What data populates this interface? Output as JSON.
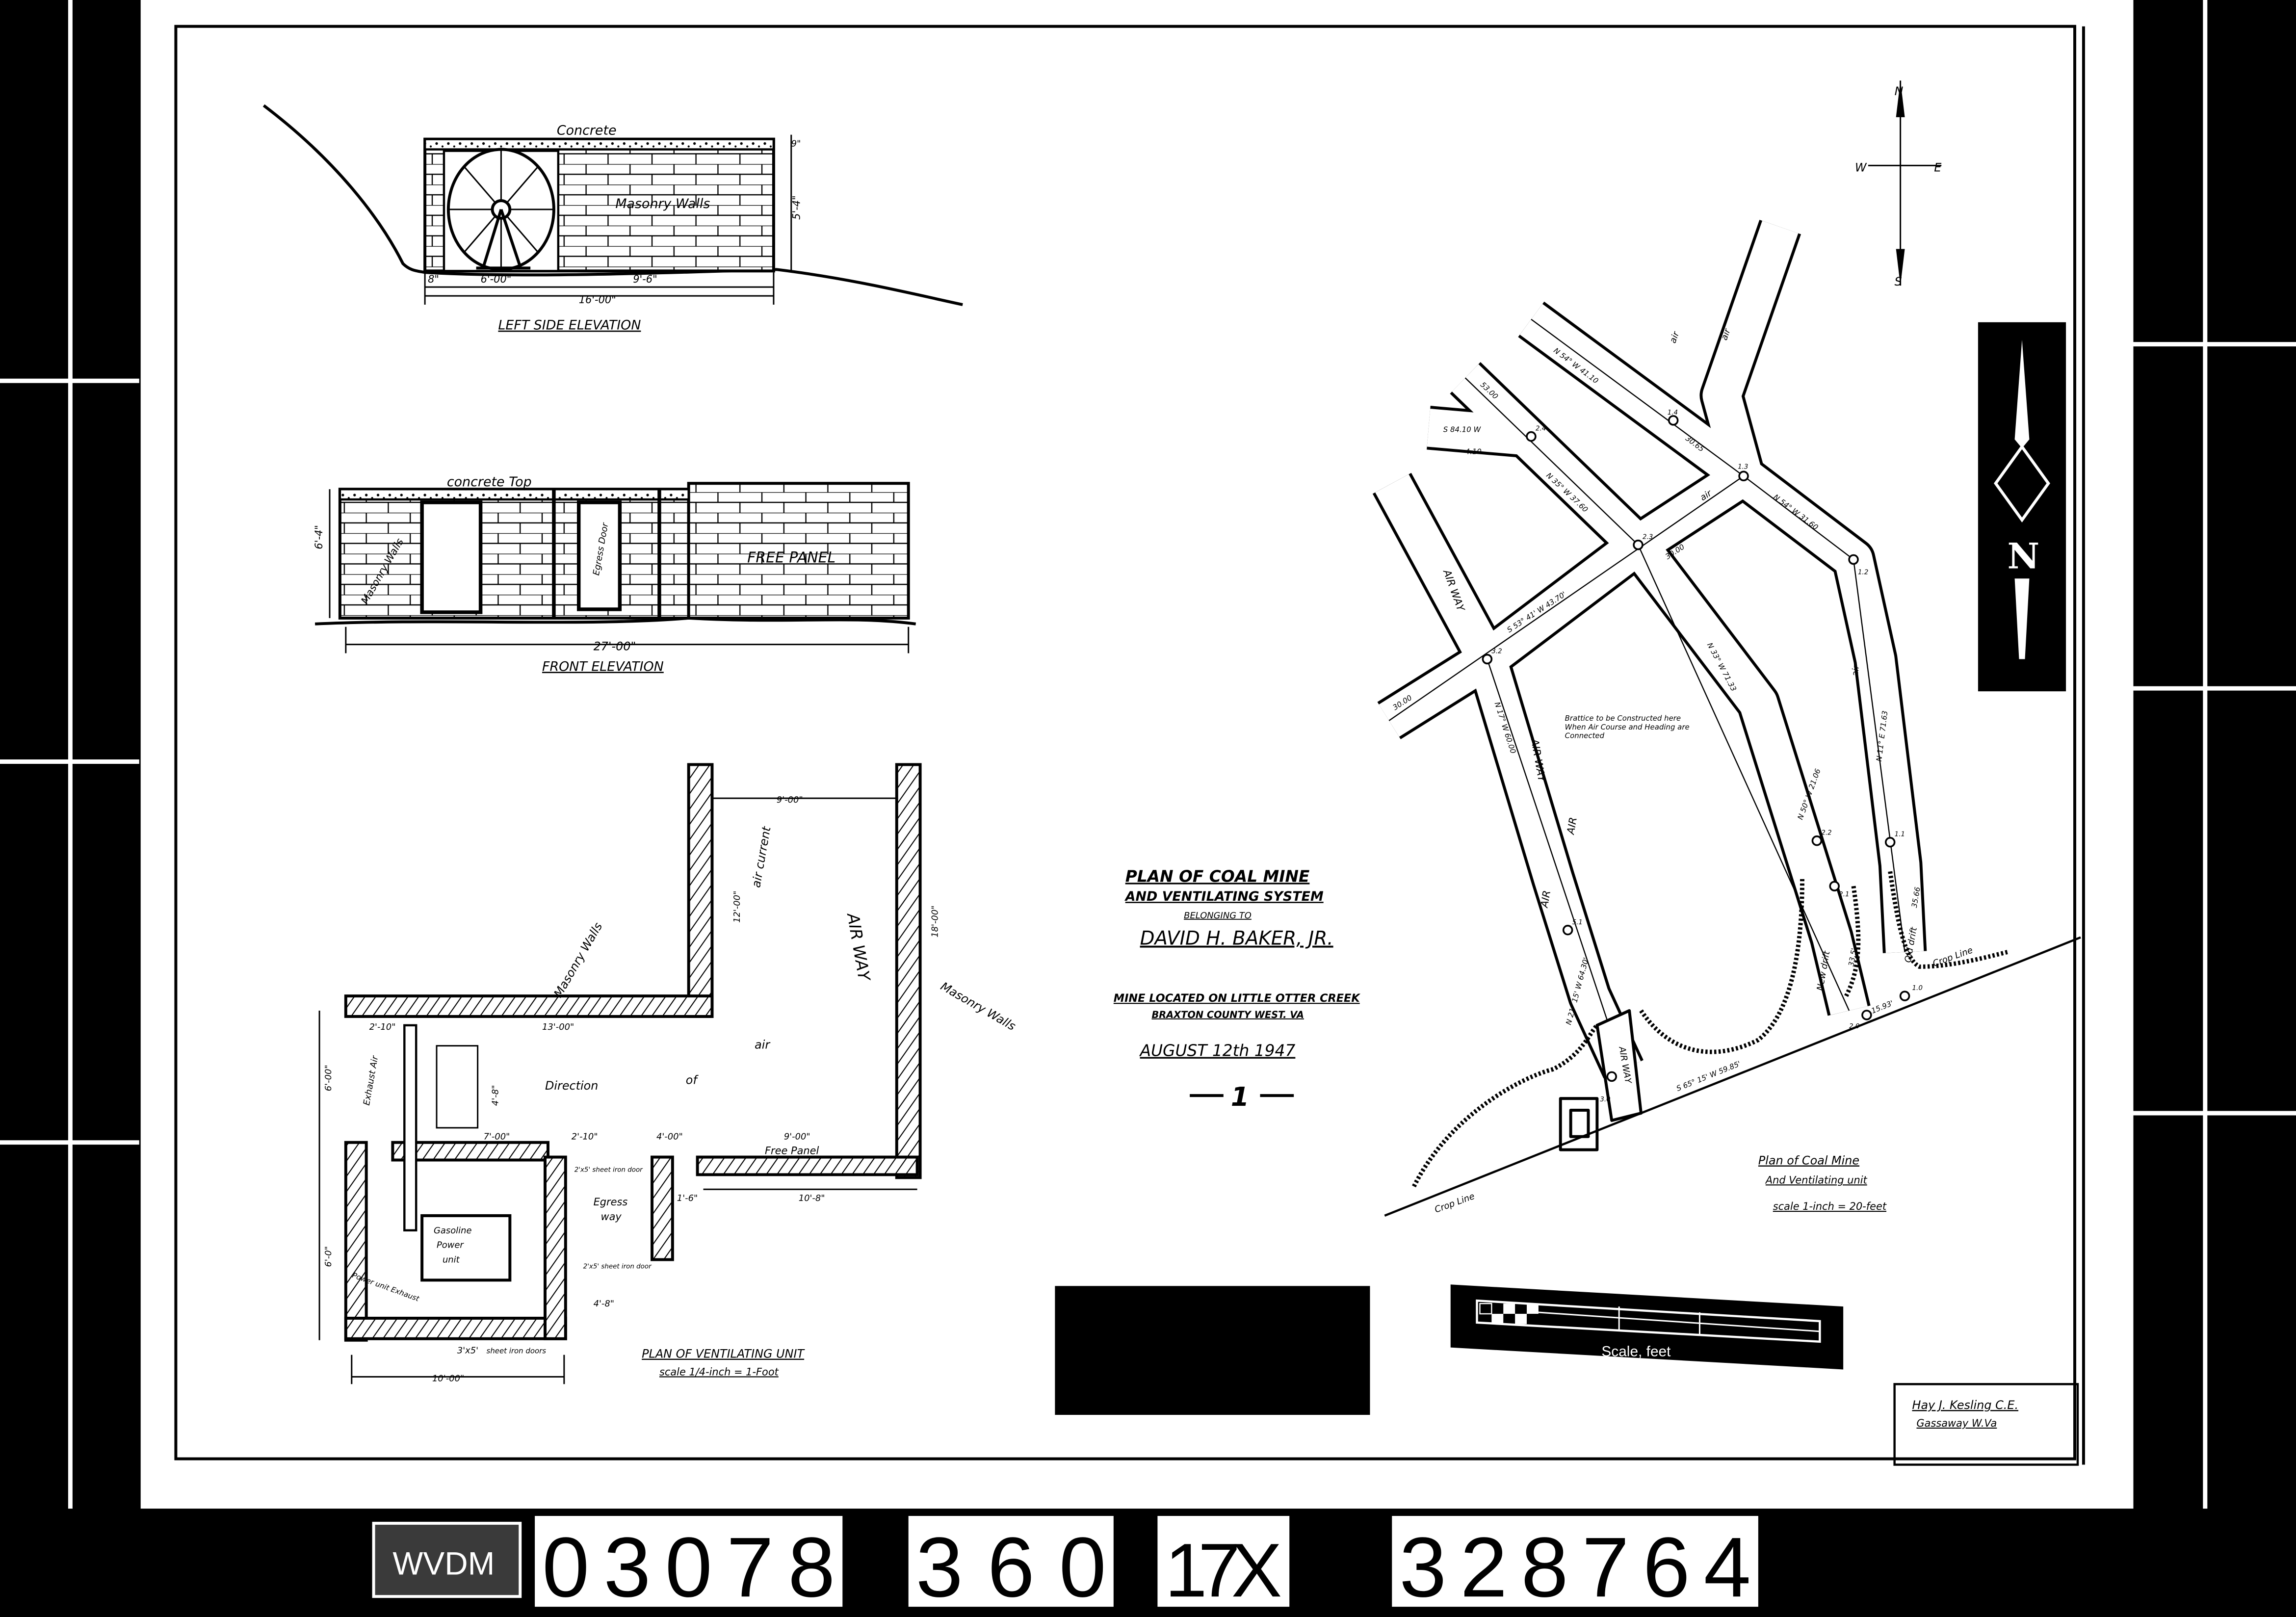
{
  "title_block": {
    "line1": "PLAN OF COAL MINE",
    "line2": "AND VENTILATING SYSTEM",
    "line3": "BELONGING TO",
    "owner": "DAVID H. BAKER, JR.",
    "location1": "MINE LOCATED ON LITTLE OTTER CREEK",
    "location2": "BRAXTON COUNTY  WEST. VA",
    "date": "AUGUST 12th 1947",
    "sheet_number": "1"
  },
  "left_side_elevation": {
    "title": "LEFT SIDE ELEVATION",
    "labels": {
      "concrete": "Concrete",
      "walls": "Masonry Walls"
    },
    "dimensions": {
      "d1": "8\"",
      "d2": "6'-00\"",
      "d3": "9'-6\"",
      "total": "16'-00\"",
      "top": "9\"",
      "height": "5'-4\""
    }
  },
  "front_elevation": {
    "title": "FRONT ELEVATION",
    "labels": {
      "top": "concrete Top",
      "walls": "Masonry Walls",
      "door": "Egress Door",
      "panel": "FREE PANEL"
    },
    "dimensions": {
      "total": "27'-00\"",
      "height": "6'-4\""
    }
  },
  "ventilating_unit_plan": {
    "title": "PLAN OF VENTILATING UNIT",
    "scale": "scale 1/4-inch = 1-Foot",
    "labels": {
      "masonry_walls_1": "Masonry Walls",
      "masonry_walls_2": "Masonry Walls",
      "air_current": "air current",
      "air_way": "AIR WAY",
      "direction": "Direction",
      "of": "of",
      "air": "air",
      "exhaust": "Exhaust Air",
      "gasoline": "Gasoline",
      "power": "Power",
      "unit": "unit",
      "power_exhaust": "Power unit Exhaust",
      "egress": "Egress",
      "way": "way",
      "door_1": "2'x5' sheet iron door",
      "door_2": "2'x5' sheet iron door",
      "door_3": "3'x5'",
      "door_3b": "sheet iron doors",
      "free_panel": "Free Panel"
    },
    "dimensions": {
      "top_width": "9'-00\"",
      "height_right": "18'-00\"",
      "height_inner": "12'-00\"",
      "d_2_10": "2'-10\"",
      "d_13": "13'-00\"",
      "d_4_8": "4'-8\"",
      "d_6": "6'-00\"",
      "d_7": "7'-00\"",
      "d_2_10b": "2'-10\"",
      "d_4": "4'-00\"",
      "d_9": "9'-00\"",
      "d_10_8": "10'-8\"",
      "d_1_6": "1'-6\"",
      "d_4_8b": "4'-8\"",
      "d_10": "10'-00\"",
      "d_6b": "6'-0\""
    }
  },
  "mine_plan": {
    "title": "Plan of Coal Mine",
    "subtitle": "And Ventilating unit",
    "scale": "scale 1-inch = 20-feet",
    "compass": {
      "n": "N",
      "s": "S",
      "e": "E",
      "w": "W"
    },
    "labels": {
      "air_1": "air",
      "air_2": "air",
      "air_3": "air",
      "air_4": "air",
      "air_way_1": "AIR WAY",
      "air_way_2": "AIR WAY",
      "air_way_3": "AIR WAY",
      "air_5": "AIR",
      "air_6": "AIR",
      "brattice": "Brattice to be Constructed here When Air Course and Heading are Connected",
      "new_drift": "New drift",
      "old_drift": "Old drift",
      "crop_line_1": "Crop Line",
      "crop_line_2": "Crop Line"
    },
    "bearings": [
      "N 54° W 41.10",
      "30.65",
      "S 84.10 W",
      "4.10",
      "53.00",
      "N 35° W 37.60",
      "30.00",
      "S 53° 41' W 43.70'",
      "30.00",
      "N 54° W 31.60",
      "N 17° W 60.00",
      "N 33° W 71.33",
      "N 11° E 71.63",
      "N 21° 15' W 64.30'",
      "N 50° W 21.06",
      "33.5'",
      "35.66",
      "S 65° 15' W 59.85'",
      "15.93'"
    ],
    "stations": [
      "1.4",
      "1.3",
      "2.4",
      "2.3",
      "1.2",
      "3.2",
      "5.1",
      "2.2",
      "1.1",
      "2.1",
      "2.0",
      "1.0",
      "3.0"
    ]
  },
  "north_arrow": {
    "letter": "N"
  },
  "scale_bar": {
    "label": "Scale, feet"
  },
  "signature": {
    "name": "Hay J. Kesling C.E.",
    "place": "Gassaway W.Va"
  },
  "film_strip": {
    "prefix": "WVDM",
    "n1": "03078",
    "n2": "360",
    "n3": "17X",
    "n4": "328764"
  },
  "colors": {
    "paper": "#ffffff",
    "ink": "#000000",
    "frame": "#000000",
    "label_bg": "#3a3a3a"
  }
}
